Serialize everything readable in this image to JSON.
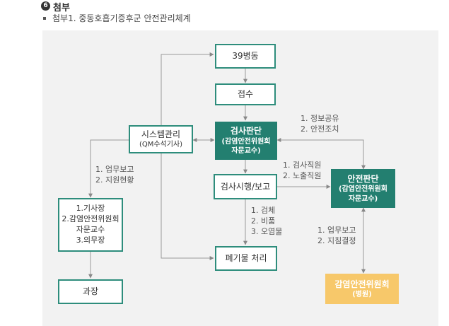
{
  "header": {
    "number": "6",
    "title": "첨부",
    "subtitle": "첨부1. 중동호흡기증후군 안전관리체계"
  },
  "nodes": {
    "building": {
      "label": "39병동"
    },
    "reception": {
      "label": "접수"
    },
    "test_decision": {
      "title": "검사판단",
      "sub1": "(감염안전위원회",
      "sub2": "자문교수)"
    },
    "test_report": {
      "label": "검사시행/보고"
    },
    "disposal": {
      "label": "폐기물 처리"
    },
    "system": {
      "title": "시스템관리",
      "sub": "(QM수석기사)"
    },
    "safety_decision": {
      "title": "안전판단",
      "sub1": "(감염안전위원회",
      "sub2": "자문교수)"
    },
    "committee": {
      "title": "감염안전위원회",
      "sub": "(병원)"
    },
    "roles": {
      "line1": "1.기사장",
      "line2": "2.감염안전위원회",
      "line3": "자문교수",
      "line4": "3.의무장"
    },
    "section_chief": {
      "label": "과장"
    }
  },
  "edge_labels": {
    "info_share": [
      "1. 정보공유",
      "2. 안전조치"
    ],
    "inspection": [
      "1. 검사직원",
      "2. 노출직원"
    ],
    "specimen": [
      "1. 검체",
      "2. 비품",
      "3. 오염물"
    ],
    "report_system": [
      "1. 업무보고",
      "2. 지원현황"
    ],
    "report_safety": [
      "1. 업무보고",
      "2. 지침결정"
    ]
  },
  "colors": {
    "teal": "#237f70",
    "teal_border": "#2e8d7c",
    "gold": "#f7c86a",
    "panel_bg": "#f2f2f2",
    "line": "#888888"
  }
}
